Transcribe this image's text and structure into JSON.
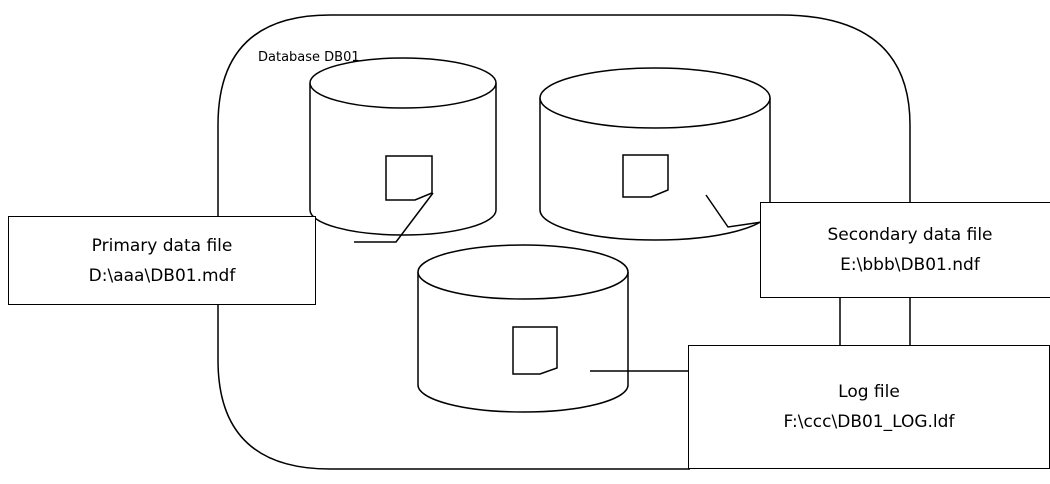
{
  "database": {
    "label": "Database DB01"
  },
  "files": {
    "primary": {
      "title": "Primary data file",
      "path": "D:\\aaa\\DB01.mdf"
    },
    "secondary": {
      "title": "Secondary data file",
      "path": "E:\\bbb\\DB01.ndf"
    },
    "log": {
      "title": "Log file",
      "path": "F:\\ccc\\DB01_LOG.ldf"
    }
  },
  "colors": {
    "stroke": "#000000",
    "background": "#ffffff"
  }
}
